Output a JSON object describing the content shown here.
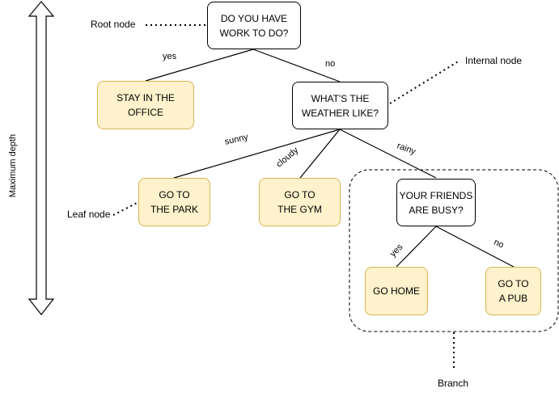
{
  "nodes": {
    "root": "DO YOU HAVE\nWORK TO DO?",
    "stay_office": "STAY IN THE\nOFFICE",
    "weather": "WHAT'S THE\nWEATHER LIKE?",
    "park": "GO TO\nTHE PARK",
    "gym": "GO TO\nTHE GYM",
    "friends": "YOUR FRIENDS\nARE BUSY?",
    "home": "GO HOME",
    "pub": "GO TO\nA PUB"
  },
  "edges": {
    "yes1": "yes",
    "no1": "no",
    "sunny": "sunny",
    "cloudy": "cloudy",
    "rainy": "rainy",
    "yes2": "yes",
    "no2": "no"
  },
  "annotations": {
    "root_node": "Root node",
    "internal_node": "Internal node",
    "leaf_node": "Leaf node",
    "branch": "Branch",
    "max_depth": "Maximum depth"
  },
  "colors": {
    "leaf_fill": "#fff2cc",
    "leaf_border": "#d6b656",
    "decision_fill": "#ffffff",
    "line": "#000000"
  }
}
